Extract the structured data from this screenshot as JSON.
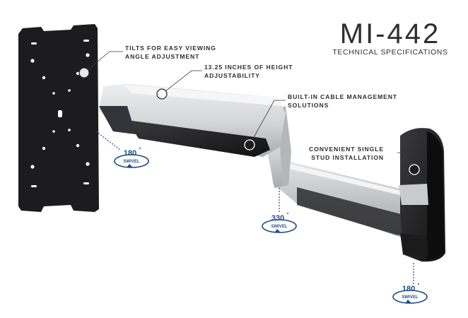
{
  "header": {
    "model": "MI-442",
    "subtitle": "TECHNICAL SPECIFICATIONS"
  },
  "callouts": {
    "tilt": {
      "line1": "TILTS FOR EASY VIEWING",
      "line2": "ANGLE ADJUSTMENT"
    },
    "height": {
      "line1": "13.25 INCHES OF HEIGHT",
      "line2": "ADJUSTABILITY"
    },
    "cable": {
      "line1": "BUILT-IN CABLE MANAGEMENT",
      "line2": "SOLUTIONS"
    },
    "stud": {
      "line1": "CONVENIENT SINGLE",
      "line2": "STUD INSTALLATION"
    }
  },
  "swivels": {
    "left": {
      "degrees": "180",
      "degree_sign": "°",
      "label": "SWIVEL"
    },
    "middle": {
      "degrees": "330",
      "degree_sign": "°",
      "label": "SWIVEL"
    },
    "right": {
      "degrees": "180",
      "degree_sign": "°",
      "label": "SWIVEL"
    }
  },
  "colors": {
    "title": "#2c2e33",
    "plate": "#1c1c1e",
    "arm": "#d7d9db",
    "swivel_blue": "#1f4e86"
  }
}
